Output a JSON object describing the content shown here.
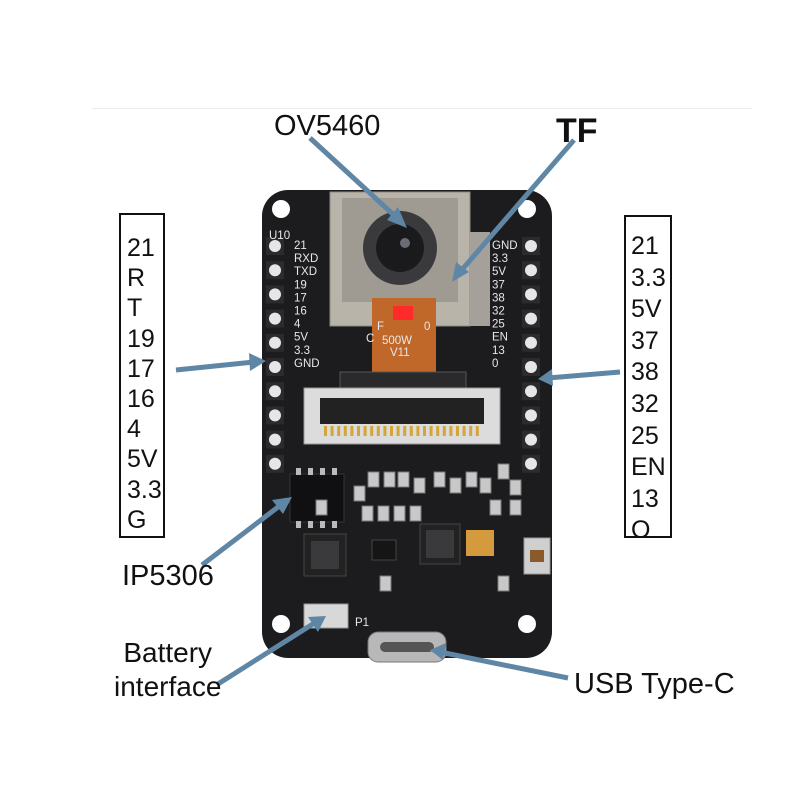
{
  "labels": {
    "camera": "OV5460",
    "tf": "TF",
    "charger": "IP5306",
    "battery_line1": "Battery",
    "battery_line2": "interface",
    "usb": "USB Type-C"
  },
  "left_pins": [
    "21",
    "R",
    "T",
    "19",
    "17",
    "16",
    "4",
    "5V",
    "3.3",
    "G"
  ],
  "right_pins": [
    "21",
    "3.3",
    "5V",
    "37",
    "38",
    "32",
    "25",
    "EN",
    "13",
    "O"
  ],
  "board": {
    "left_silk": [
      "21",
      "RXD",
      "TXD",
      "19",
      "17",
      "16",
      "4",
      "5V",
      "3.3",
      "GND"
    ],
    "right_silk": [
      "GND",
      "3.3",
      "5V",
      "37",
      "38",
      "32",
      "25",
      "EN",
      "13",
      "0"
    ],
    "ref_u10": "U10",
    "ribbon_text_1": "F",
    "ribbon_text_2": "0",
    "ribbon_text_3": "500W",
    "ribbon_text_4": "V11",
    "ref_c": "C",
    "ref_p1": "P1"
  },
  "colors": {
    "pcb": "#1c1c1e",
    "arrow": "#5f87a5",
    "flex_cable": "#c0672a",
    "camera_shield": "#b9b4aa",
    "camera_pad": "#ff2a2a"
  },
  "icons": [
    "arrow-icon"
  ]
}
